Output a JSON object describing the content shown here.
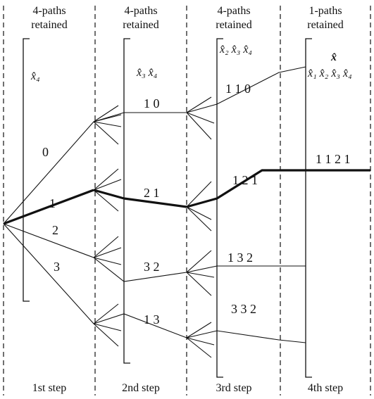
{
  "headers": [
    "4-paths",
    "retained",
    "4-paths",
    "retained",
    "4-paths",
    "retained",
    "1-paths",
    "retained"
  ],
  "footers": [
    "1st step",
    "2nd step",
    "3rd step",
    "4th step"
  ],
  "vars": {
    "s1": "x̂₄",
    "s2": "x̂₃ x̂₄",
    "s3": "x̂₂ x̂₃ x̂₄",
    "s4hat": "x̂",
    "s4": "x̂₁ x̂₂ x̂₃ x̂₄"
  },
  "step1_labels": [
    "0",
    "1",
    "2",
    "3"
  ],
  "step2_labels": [
    "1 0",
    "2 1",
    "3 2",
    "1 3"
  ],
  "step3_labels": [
    "1  1  0",
    "1  2  1",
    "1  3  2",
    "3  3  2"
  ],
  "step4_labels": [
    "1 1 2 1"
  ]
}
